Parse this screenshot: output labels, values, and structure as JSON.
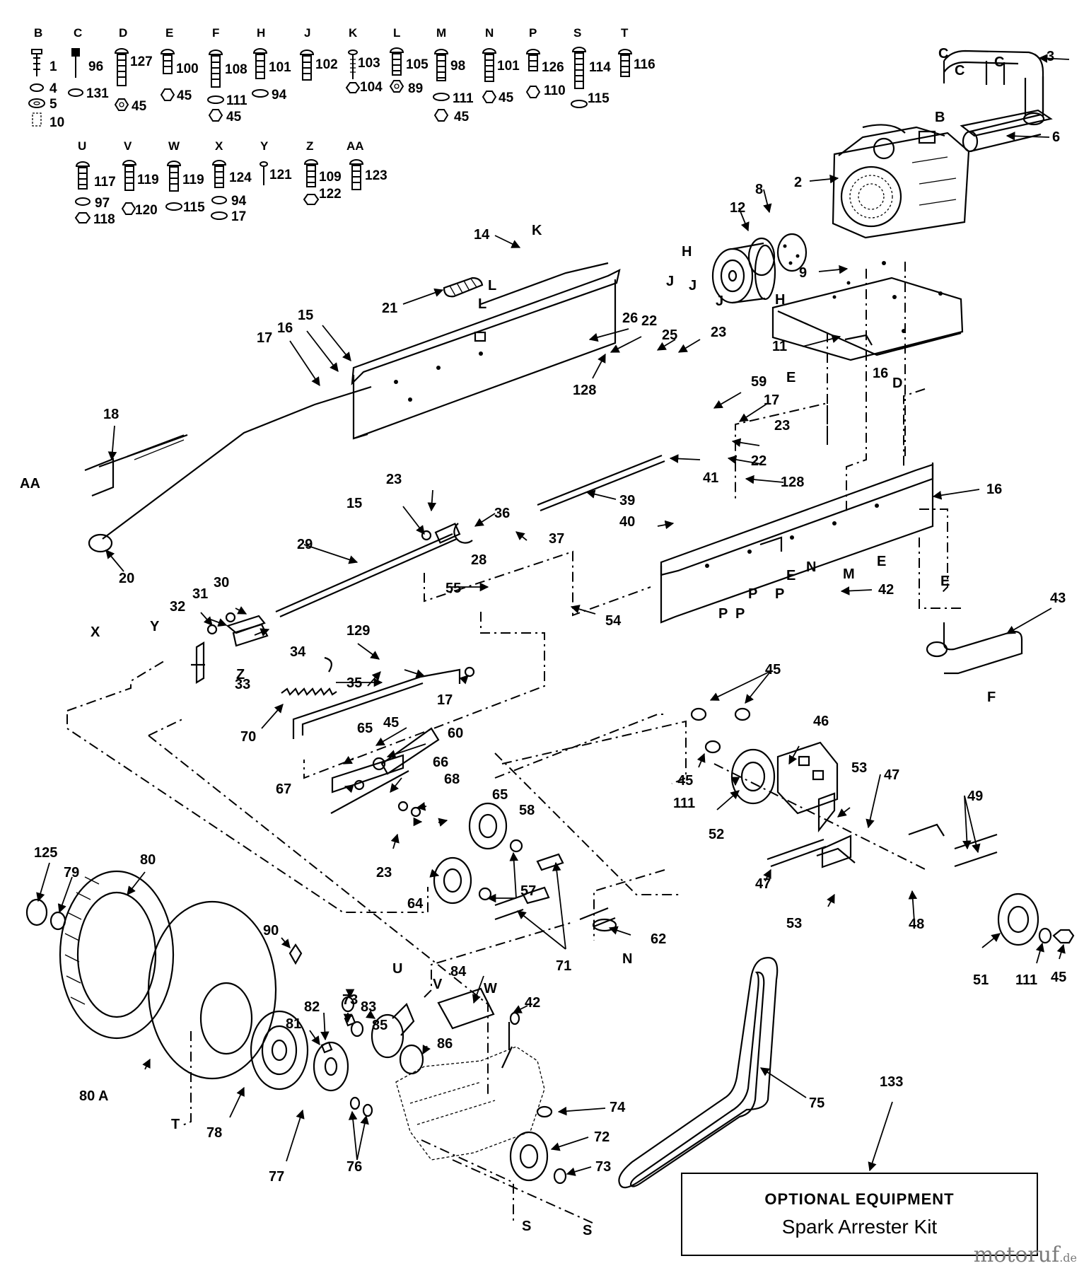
{
  "hardware_key": [
    {
      "letter": "B",
      "parts": [
        "1",
        "4",
        "5",
        "10"
      ]
    },
    {
      "letter": "C",
      "parts": [
        "96",
        "131"
      ]
    },
    {
      "letter": "D",
      "parts": [
        "127",
        "45"
      ]
    },
    {
      "letter": "E",
      "parts": [
        "100",
        "45"
      ]
    },
    {
      "letter": "F",
      "parts": [
        "108",
        "111",
        "45"
      ]
    },
    {
      "letter": "H",
      "parts": [
        "101",
        "94"
      ]
    },
    {
      "letter": "J",
      "parts": [
        "102"
      ]
    },
    {
      "letter": "K",
      "parts": [
        "103",
        "104"
      ]
    },
    {
      "letter": "L",
      "parts": [
        "105",
        "89"
      ]
    },
    {
      "letter": "M",
      "parts": [
        "98",
        "111",
        "45"
      ]
    },
    {
      "letter": "N",
      "parts": [
        "101",
        "45"
      ]
    },
    {
      "letter": "P",
      "parts": [
        "126",
        "110"
      ]
    },
    {
      "letter": "S",
      "parts": [
        "114",
        "115"
      ]
    },
    {
      "letter": "T",
      "parts": [
        "116"
      ]
    },
    {
      "letter": "U",
      "parts": [
        "117",
        "97",
        "118"
      ]
    },
    {
      "letter": "V",
      "parts": [
        "119",
        "120"
      ]
    },
    {
      "letter": "W",
      "parts": [
        "119",
        "115"
      ]
    },
    {
      "letter": "X",
      "parts": [
        "124",
        "94",
        "17"
      ]
    },
    {
      "letter": "Y",
      "parts": [
        "121"
      ]
    },
    {
      "letter": "Z",
      "parts": [
        "109",
        "122"
      ]
    },
    {
      "letter": "AA",
      "parts": [
        "123"
      ]
    }
  ],
  "callouts": [
    "3",
    "6",
    "2",
    "8",
    "12",
    "9",
    "14",
    "21",
    "11",
    "26",
    "22",
    "25",
    "23",
    "15",
    "16",
    "17",
    "128",
    "59",
    "17",
    "23",
    "22",
    "128",
    "41",
    "18",
    "39",
    "23",
    "15",
    "36",
    "37",
    "40",
    "16",
    "28",
    "29",
    "20",
    "42",
    "55",
    "54",
    "30",
    "31",
    "32",
    "34",
    "129",
    "33",
    "43",
    "35",
    "17",
    "70",
    "45",
    "60",
    "65",
    "45",
    "66",
    "67",
    "68",
    "65",
    "58",
    "46",
    "45",
    "111",
    "53",
    "47",
    "52",
    "49",
    "23",
    "64",
    "57",
    "47",
    "48",
    "71",
    "62",
    "53",
    "51",
    "111",
    "45",
    "125",
    "79",
    "80",
    "90",
    "73",
    "84",
    "82",
    "83",
    "85",
    "81",
    "42",
    "86",
    "80 A",
    "78",
    "77",
    "76",
    "74",
    "72",
    "73",
    "75",
    "133"
  ],
  "letter_tags": [
    "C",
    "C",
    "C",
    "B",
    "K",
    "H",
    "J",
    "J",
    "J",
    "H",
    "L",
    "L",
    "E",
    "D",
    "16",
    "E",
    "M",
    "E",
    "E",
    "N",
    "P",
    "P",
    "P",
    "P",
    "F",
    "AA",
    "X",
    "Y",
    "Z",
    "N",
    "U",
    "V",
    "W",
    "T",
    "S",
    "S"
  ],
  "optional_box": {
    "title": "OPTIONAL EQUIPMENT",
    "subtitle": "Spark Arrester Kit"
  },
  "watermark": {
    "name": "motoruf",
    "tld": ".de"
  }
}
